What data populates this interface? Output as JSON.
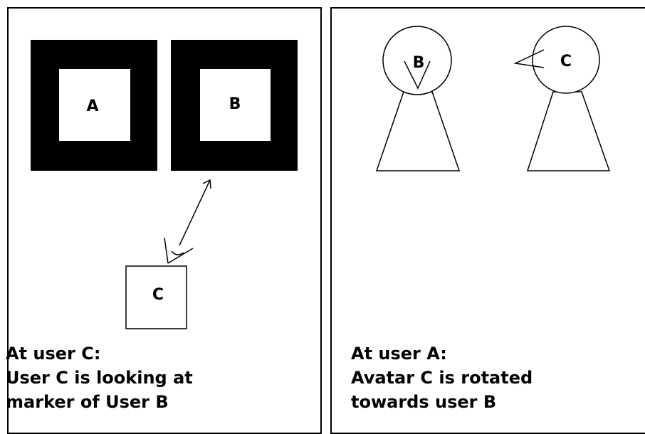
{
  "left_panel": {
    "marker_a_label": "A",
    "marker_b_label": "B",
    "user_c_label": "C",
    "caption_line1": "At user C:",
    "caption_line2": "User C is looking at",
    "caption_line3": "marker of User B"
  },
  "right_panel": {
    "avatar_b_label": "B",
    "avatar_c_label": "C",
    "caption_line1": "At user A:",
    "caption_line2": "Avatar C is rotated",
    "caption_line3": "towards user B"
  }
}
